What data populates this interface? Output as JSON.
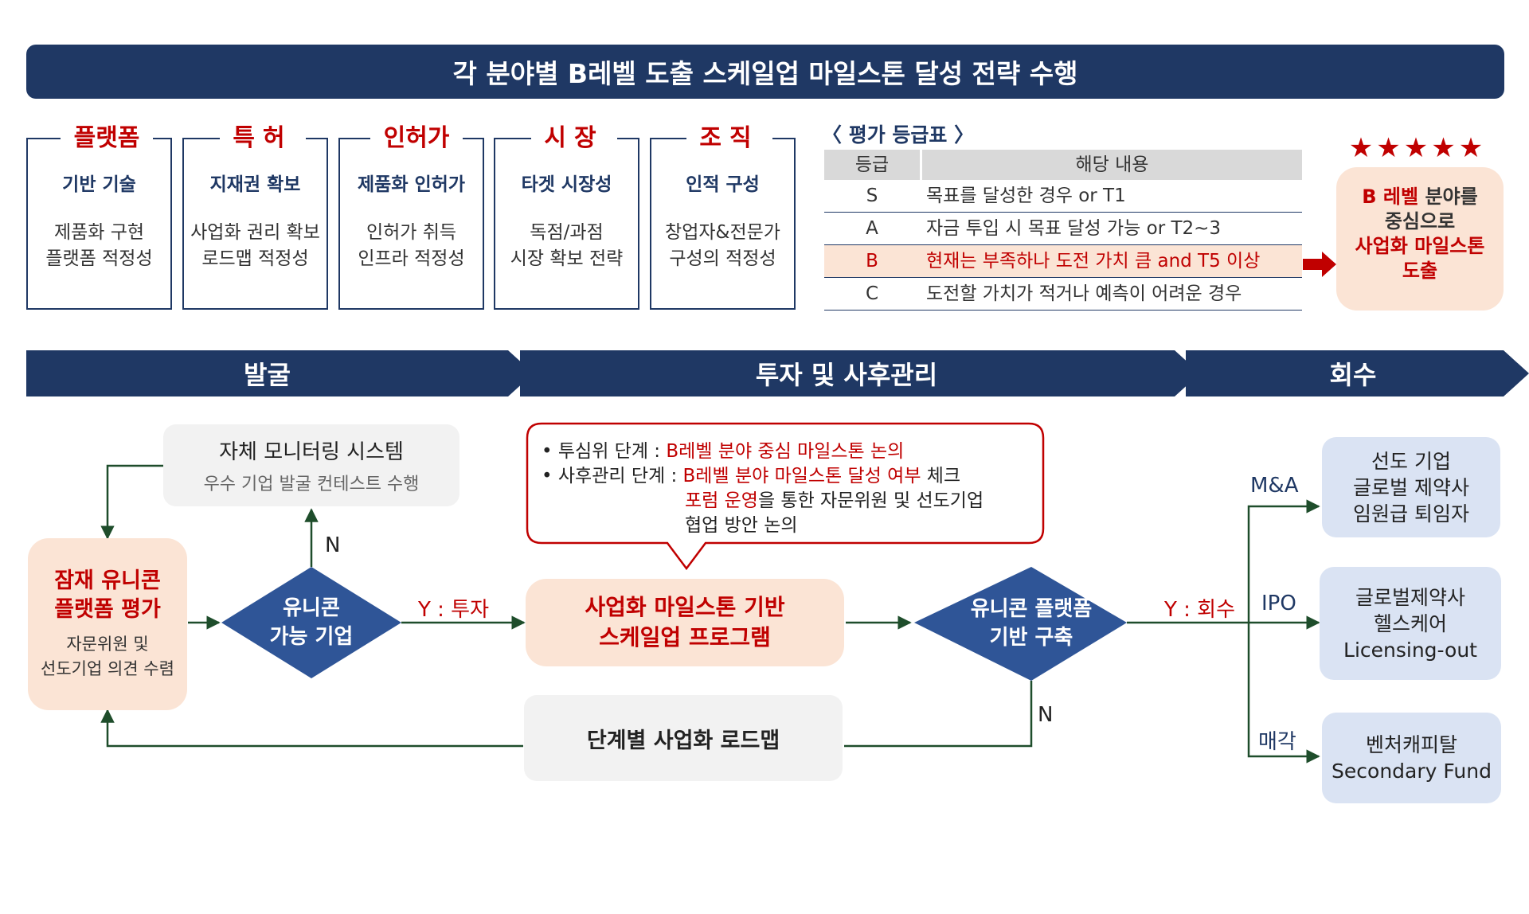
{
  "banner": "각 분야별 B레벨 도출 스케일업 마일스톤 달성 전략 수행",
  "categories": [
    {
      "title": "플랫폼",
      "subtitle": "기반 기술",
      "desc": "제품화 구현\n플랫폼 적정성"
    },
    {
      "title": "특허",
      "subtitle": "지재권 확보",
      "desc": "사업화 권리 확보\n로드맵 적정성"
    },
    {
      "title": "인허가",
      "subtitle": "제품화 인허가",
      "desc": "인허가 취득\n인프라 적정성"
    },
    {
      "title": "시장",
      "subtitle": "타겟 시장성",
      "desc": "독점/과점\n시장 확보 전략"
    },
    {
      "title": "조직",
      "subtitle": "인적 구성",
      "desc": "창업자&전문가\n구성의 적정성"
    }
  ],
  "grade_table": {
    "title": "〈 평가 등급표 〉",
    "headers": [
      "등급",
      "해당 내용"
    ],
    "rows": [
      {
        "grade": "S",
        "desc": "목표를 달성한 경우 or T1"
      },
      {
        "grade": "A",
        "desc": "자금 투입 시 목표 달성 가능 or T2~3"
      },
      {
        "grade": "B",
        "desc": "현재는 부족하나 도전 가치 큼 and T5 이상"
      },
      {
        "grade": "C",
        "desc": "도전할 가치가 적거나 예측이 어려운 경우"
      }
    ]
  },
  "stars": "★★★★★",
  "b_level_box": {
    "l1a": "B 레벨",
    "l1b": " 분야를",
    "l2": "중심으로",
    "l3": "사업화 마일스톤",
    "l4": "도출"
  },
  "phases": [
    "발굴",
    "투자 및 사후관리",
    "회수"
  ],
  "monitoring": {
    "title": "자체 모니터링 시스템",
    "sub": "우수 기업 발굴 컨테스트 수행"
  },
  "potential": {
    "title": "잠재 유니콘\n플랫폼 평가",
    "sub": "자문위원 및\n선도기업 의견 수렴"
  },
  "diamond1": "유니콘\n가능 기업",
  "diamond2": "유니콘 플랫폼\n기반 구축",
  "n_label": "N",
  "y_invest": "Y : 투자",
  "y_exit": "Y : 회수",
  "program": "사업화 마일스톤 기반\n스케일업 프로그램",
  "roadmap": "단계별 사업화 로드맵",
  "callout": {
    "bullet1_label": "• 투심위    단계 : ",
    "bullet1_text": "B레벨 분야 중심 마일스톤 논의",
    "bullet2_label": "• 사후관리 단계 : ",
    "bullet2_red": "B레벨 분야 마일스톤 달성 여부",
    "bullet2_tail": " 체크",
    "line3_red": "포럼 운영",
    "line3_tail": "을 통한 자문위원 및 선도기업",
    "line4": "협업 방안 논의"
  },
  "exits": [
    {
      "label": "M&A",
      "box": "선도 기업\n글로벌 제약사\n임원급 퇴임자"
    },
    {
      "label": "IPO",
      "box": "글로벌제약사\n헬스케어\nLicensing-out"
    },
    {
      "label": "매각",
      "box": "벤처캐피탈\nSecondary Fund"
    }
  ],
  "colors": {
    "navy": "#1f3864",
    "red": "#c00000",
    "peach": "#fbe4d5",
    "lightblue": "#dae3f3",
    "gray": "#f2f2f2",
    "green": "#1e4d2b",
    "diamond": "#2f5597"
  }
}
